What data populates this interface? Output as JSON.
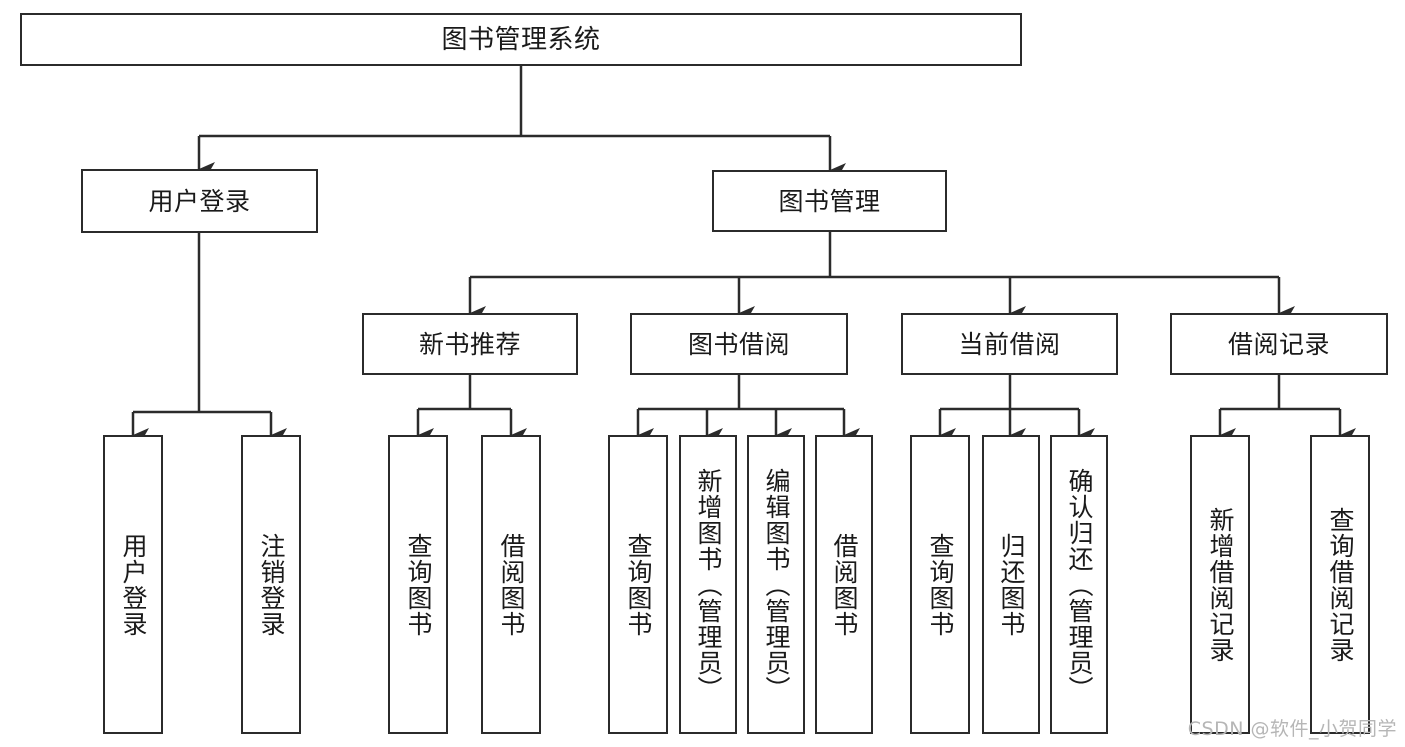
{
  "diagram": {
    "title": "图书管理系统",
    "type": "tree-hierarchy",
    "stroke_color": "#2b2b2b",
    "fill_color": "#ffffff",
    "text_color": "#1a1a1a"
  },
  "root": {
    "label": "图书管理系统"
  },
  "level1": [
    {
      "label": "用户登录"
    },
    {
      "label": "图书管理"
    }
  ],
  "level2": [
    {
      "label": "新书推荐"
    },
    {
      "label": "图书借阅"
    },
    {
      "label": "当前借阅"
    },
    {
      "label": "借阅记录"
    }
  ],
  "leaves": {
    "user_login": [
      {
        "label": "用户登录"
      },
      {
        "label": "注销登录"
      }
    ],
    "new_book": [
      {
        "label": "查询图书"
      },
      {
        "label": "借阅图书"
      }
    ],
    "book_borrow": [
      {
        "label": "查询图书"
      },
      {
        "label": "新增图书（管理员）"
      },
      {
        "label": "编辑图书（管理员）"
      },
      {
        "label": "借阅图书"
      }
    ],
    "current_borrow": [
      {
        "label": "查询图书"
      },
      {
        "label": "归还图书"
      },
      {
        "label": "确认归还（管理员）"
      }
    ],
    "borrow_record": [
      {
        "label": "新增借阅记录"
      },
      {
        "label": "查询借阅记录"
      }
    ]
  },
  "watermark": {
    "text": "CSDN @软件_小贺同学"
  }
}
